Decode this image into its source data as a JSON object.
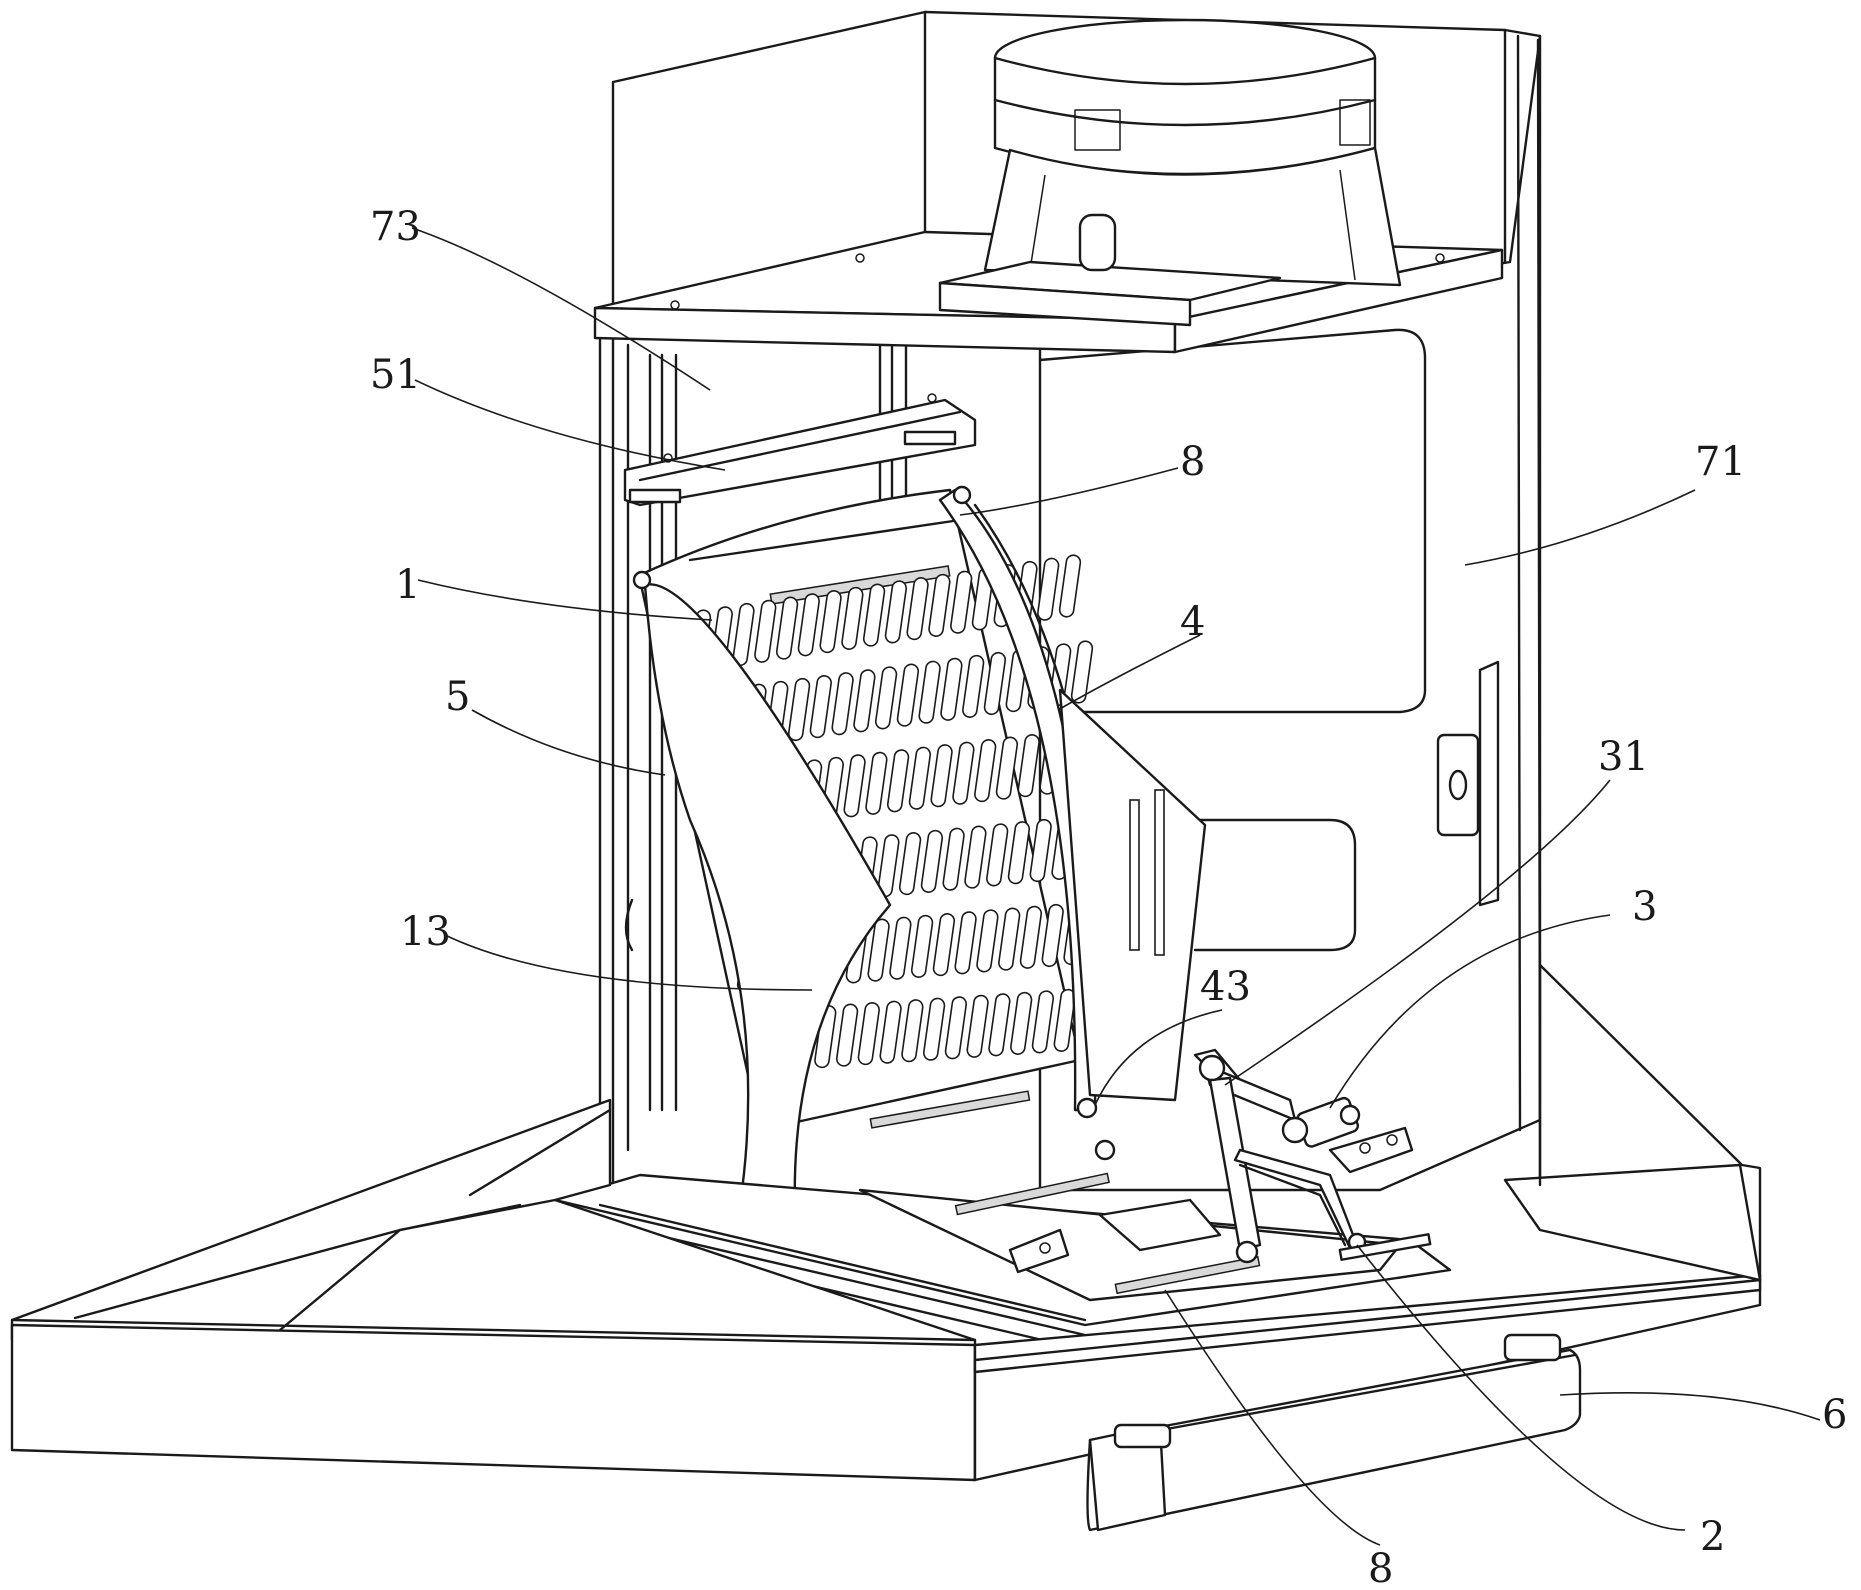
{
  "figure": {
    "callouts": [
      {
        "id": "c73",
        "text": "73"
      },
      {
        "id": "c51",
        "text": "51"
      },
      {
        "id": "c8a",
        "text": "8"
      },
      {
        "id": "c71",
        "text": "71"
      },
      {
        "id": "c1",
        "text": "1"
      },
      {
        "id": "c4",
        "text": "4"
      },
      {
        "id": "c5",
        "text": "5"
      },
      {
        "id": "c31",
        "text": "31"
      },
      {
        "id": "c3",
        "text": "3"
      },
      {
        "id": "c13",
        "text": "13"
      },
      {
        "id": "c43",
        "text": "43"
      },
      {
        "id": "c6",
        "text": "6"
      },
      {
        "id": "c8b",
        "text": "8"
      },
      {
        "id": "c2",
        "text": "2"
      }
    ]
  }
}
